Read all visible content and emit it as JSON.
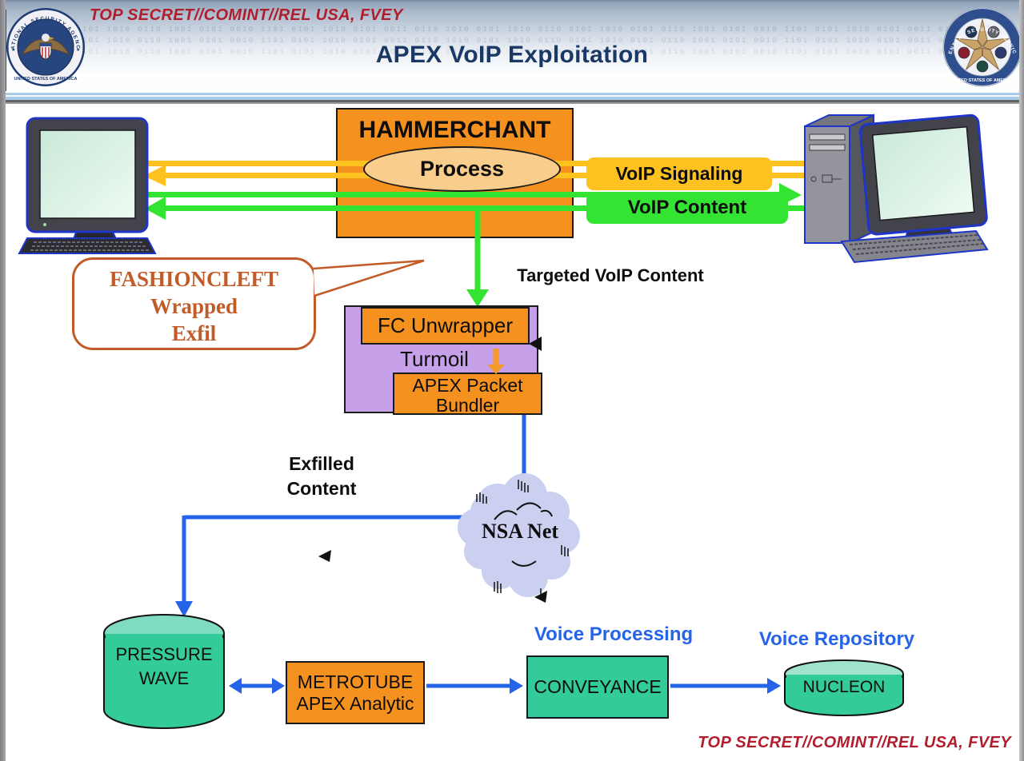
{
  "slide": {
    "classification_top": "TOP SECRET//COMINT//REL USA, FVEY",
    "classification_bottom": "TOP SECRET//COMINT//REL USA, FVEY",
    "title": "APEX VoIP Exploitation",
    "binary_texture": "0101 1010 0110 1001 0101 0010 1101 0101 1010 0101 0011 0110 1010 0101 1010 0110 0101 1010 0101 0110 1001 0101 0010 1101 0101 1010 0101 0011 0110 1010 0101 1010 0110 0101 1010 0101 0110 1001 0101 0010 1101 0101 1010 0101 0011 0110 1010 0101"
  },
  "seals": {
    "nsa": {
      "top_text": "NATIONAL SECURITY AGENCY",
      "bottom_text": "UNITED STATES OF AMERICA"
    },
    "css": {
      "top_text": "CENTRAL SECURITY SERVICE",
      "bottom_text": "UNITED STATES OF AMERICA"
    }
  },
  "diagram": {
    "hammerchant": {
      "name": "HAMMERCHANT",
      "process": "Process"
    },
    "flows": {
      "voip_signaling": "VoIP Signaling",
      "voip_content": "VoIP Content",
      "targeted_voip_content": "Targeted VoIP Content",
      "exfilled_content": "Exfilled\nContent"
    },
    "fashioncleft_bubble": "FASHIONCLEFT\nWrapped\nExfil",
    "turmoil": {
      "label": "Turmoil",
      "fc_unwrapper": "FC Unwrapper",
      "apex_packet_bundler": "APEX Packet\nBundler"
    },
    "nsa_net": "NSA Net",
    "pressure_wave": "PRESSURE\nWAVE",
    "metrotube": "METROTUBE\nAPEX Analytic",
    "conveyance": "CONVEYANCE",
    "voice_processing": "Voice Processing",
    "voice_repository": "Voice Repository",
    "nucleon": "NUCLEON"
  },
  "colors": {
    "classification_red": "#B01E2D",
    "title_navy": "#1A3866",
    "orange_box": "#F5921F",
    "yellow_flow": "#FDC21F",
    "green_flow": "#33E532",
    "purple_box": "#C7A0EA",
    "teal_store": "#33CB99",
    "cloud_lavender": "#CBCFF0",
    "blue_connector": "#2563E8",
    "bubble_orange": "#C25B28"
  }
}
